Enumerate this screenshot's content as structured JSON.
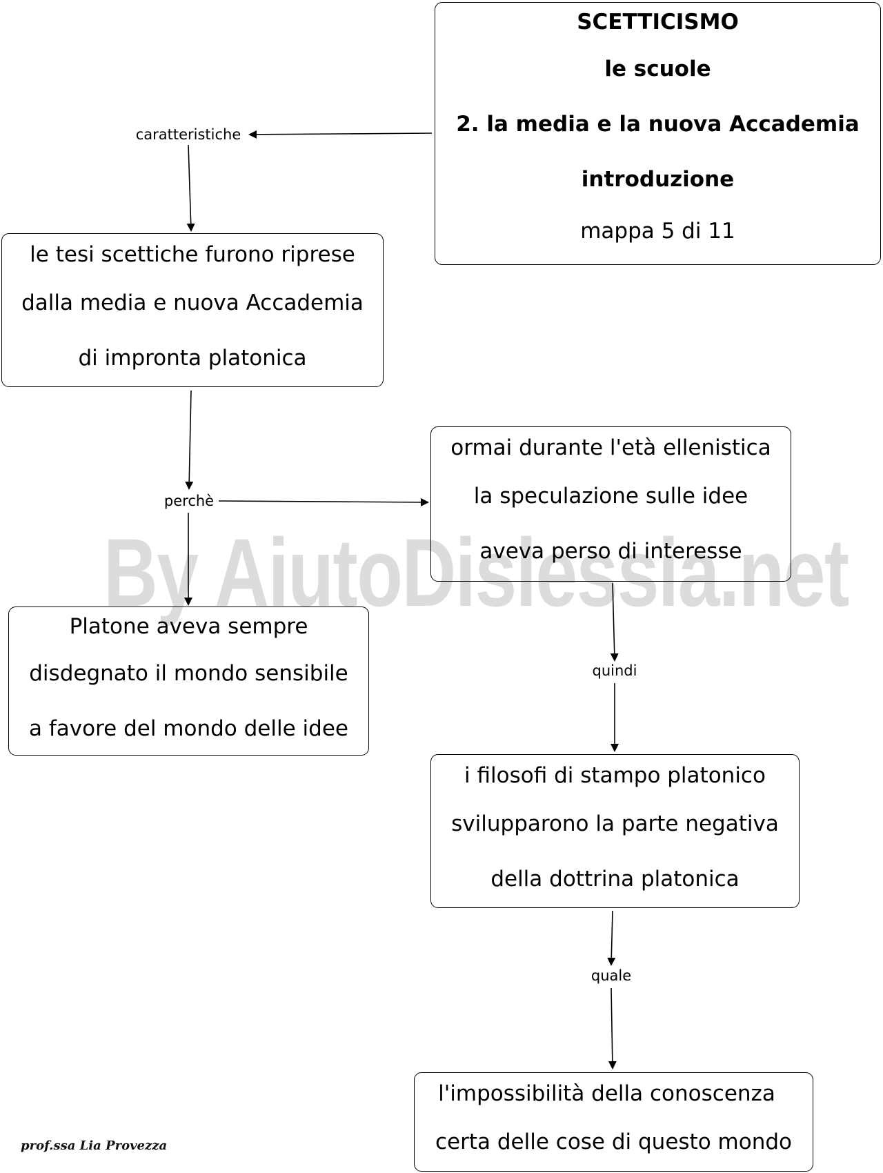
{
  "watermark": "By AiutoDislessia.net",
  "title_box": {
    "lines": [
      "SCETTICISMO",
      "le scuole",
      "2. la media e la nuova Accademia",
      "introduzione",
      "mappa 5 di 11"
    ]
  },
  "nodes": {
    "tesi": [
      "le tesi scettiche furono riprese",
      "dalla media e nuova Accademia",
      "di impronta platonica"
    ],
    "eta": [
      "ormai durante l'età ellenistica",
      "la speculazione sulle idee",
      "aveva perso di interesse"
    ],
    "platone": [
      "Platone aveva sempre",
      "disdegnato il mondo sensibile",
      "a favore del mondo delle idee"
    ],
    "filosofi": [
      "i filosofi di stampo platonico",
      "svilupparono la parte negativa",
      "della dottrina platonica"
    ],
    "impossibilita": [
      "l'impossibilità della conoscenza",
      "certa delle cose di questo mondo"
    ]
  },
  "link_labels": {
    "caratteristiche": "caratteristiche",
    "perche": "perchè",
    "quindi": "quindi",
    "quale": "quale"
  },
  "signature": "prof.ssa Lia Provezza"
}
